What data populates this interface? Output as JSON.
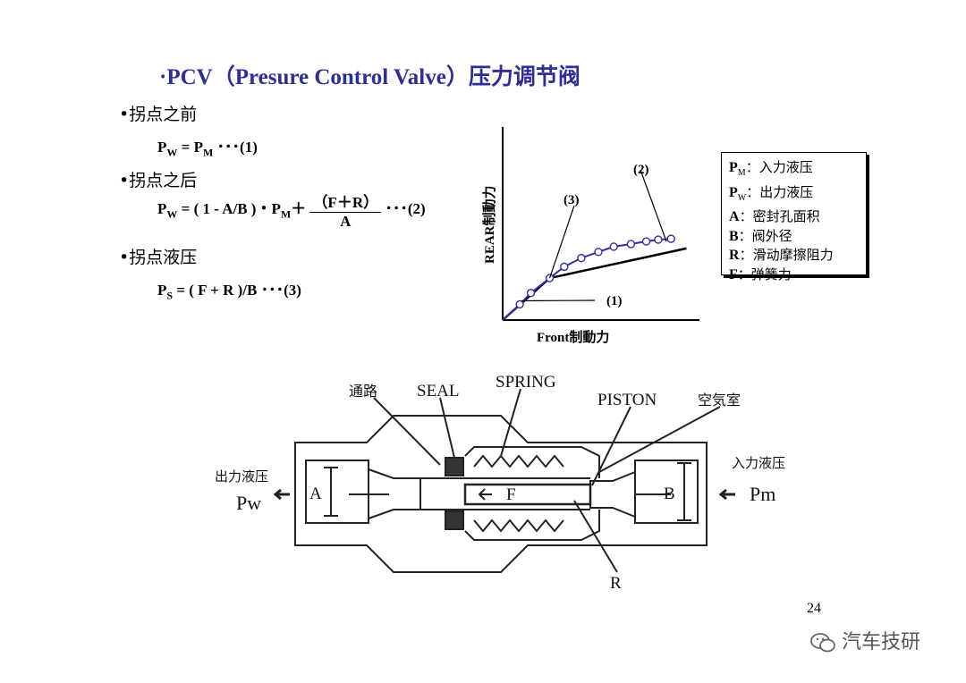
{
  "title": "·PCV（Presure Control Valve）压力调节阀",
  "sections": {
    "before": "•拐点之前",
    "after": "•拐点之后",
    "pressure": "•拐点液压"
  },
  "formulas": {
    "f1_left": "P",
    "f1_sub": "W",
    "f1_mid": " = P",
    "f1_sub2": "M",
    "f1_tail": " ･･･(1)",
    "f2_left": "P",
    "f2_sub": "W",
    "f2_mid": " = ( 1 - A/B )・P",
    "f2_sub2": "M",
    "f2_plus": "＋ ",
    "f2_num": "（F＋R）",
    "f2_den": "A",
    "f2_tail": "･･･(2)",
    "f3_left": "P",
    "f3_sub": "S",
    "f3_mid": " = ( F + R )/B ･･･(3)"
  },
  "chart_data": {
    "type": "line",
    "xlabel": "Front制動力",
    "ylabel": "REAR制動力",
    "annotations": [
      "(1)",
      "(2)",
      "(3)"
    ],
    "series": [
      {
        "x": [
          0,
          55,
          215
        ],
        "y": [
          0,
          48,
          82
        ]
      },
      {
        "x": [
          0,
          20,
          33,
          55,
          72,
          92,
          112,
          130,
          150,
          168,
          182,
          197
        ],
        "y": [
          0,
          18,
          31,
          48,
          61,
          71,
          78,
          84,
          87,
          90,
          92,
          93
        ]
      }
    ],
    "xlim": [
      0,
      225
    ],
    "ylim": [
      0,
      220
    ]
  },
  "legend": [
    {
      "key": "P",
      "sub": "M",
      "val": "：入力液压"
    },
    {
      "key": "P",
      "sub": "W",
      "val": "：出力液压"
    },
    {
      "key": "A",
      "sub": "",
      "val": "：密封孔面积"
    },
    {
      "key": "B",
      "sub": "",
      "val": "：阀外径"
    },
    {
      "key": "R",
      "sub": "",
      "val": "：滑动摩擦阻力"
    },
    {
      "key": "F",
      "sub": "",
      "val": "：弹簧力"
    }
  ],
  "diagram": {
    "label_passage": "通路",
    "label_seal": "SEAL",
    "label_spring": "SPRING",
    "label_piston": "PISTON",
    "label_chamber": "空気室",
    "label_output": "出力液压",
    "label_input": "入力液压",
    "label_pw": "Pw",
    "label_pm": "Pm",
    "label_a": "A",
    "label_b": "B",
    "label_f": "F",
    "label_r": "R"
  },
  "page_number": "24",
  "watermark": "汽车技研"
}
